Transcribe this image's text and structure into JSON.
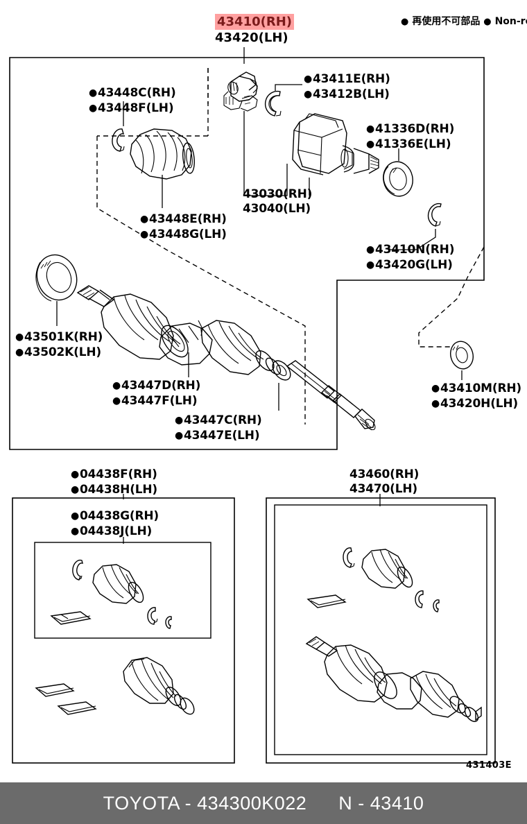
{
  "header": {
    "title_rh": "43410(RH)",
    "title_lh": "43420(LH)",
    "legend_ja": "再使用不可部品",
    "legend_en": "Non-reusable part"
  },
  "labels": {
    "boot_c": {
      "rh": "43448C(RH)",
      "lh": "43448F(LH)"
    },
    "snap_ring": {
      "rh": "43411E(RH)",
      "lh": "43412B(LH)"
    },
    "seal_41336": {
      "rh": "41336D(RH)",
      "lh": "41336E(LH)"
    },
    "boot_e": {
      "rh": "43448E(RH)",
      "lh": "43448G(LH)"
    },
    "inboard_joint": {
      "rh": "43030(RH)",
      "lh": "43040(LH)"
    },
    "clamp_n": {
      "rh": "43410N(RH)",
      "lh": "43420G(LH)"
    },
    "dust_seal": {
      "rh": "43501K(RH)",
      "lh": "43502K(LH)"
    },
    "clamp_d": {
      "rh": "43447D(RH)",
      "lh": "43447F(LH)"
    },
    "clamp_c": {
      "rh": "43447C(RH)",
      "lh": "43447E(LH)"
    },
    "clamp_m": {
      "rh": "43410M(RH)",
      "lh": "43420H(LH)"
    },
    "kit_f": {
      "rh": "04438F(RH)",
      "lh": "04438H(LH)"
    },
    "kit_g": {
      "rh": "04438G(RH)",
      "lh": "04438J(LH)"
    },
    "shaft_assy": {
      "rh": "43460(RH)",
      "lh": "43470(LH)"
    }
  },
  "footer": {
    "maker_part": "TOYOTA - 434300K022",
    "group": "N - 43410"
  },
  "diagram_code": "431403E",
  "colors": {
    "highlight_bg": "#ffa0a0",
    "highlight_fg": "#7a1a1a",
    "footer_bg": "#6b6b6b",
    "line": "#000000"
  }
}
